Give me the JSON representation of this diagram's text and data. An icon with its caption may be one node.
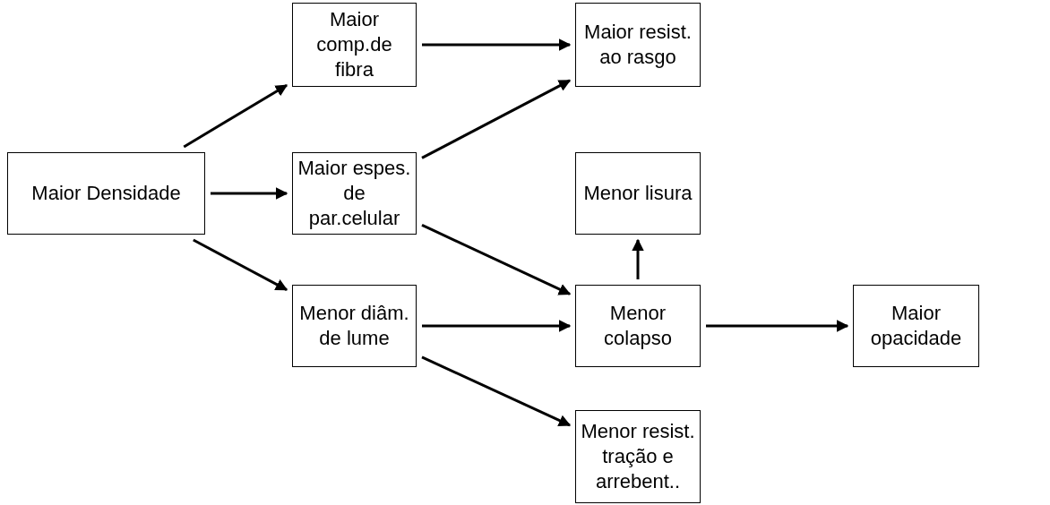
{
  "diagram": {
    "nodes": [
      {
        "text": [
          "Maior Densidade"
        ]
      },
      {
        "text": [
          "Maior comp.de fibra"
        ]
      },
      {
        "text": [
          "Maior espes. de par.celular"
        ]
      },
      {
        "text": [
          "Menor diâm. de lume"
        ]
      },
      {
        "text": [
          "Maior resist. ao rasgo"
        ]
      },
      {
        "text": [
          "Menor lisura"
        ]
      },
      {
        "text": [
          "Menor colapso"
        ]
      },
      {
        "text": [
          "Maior opacidade"
        ]
      },
      {
        "text": [
          "Menor resist. tração e arrebent.."
        ]
      }
    ],
    "edges": [
      {
        "from": 0,
        "to": 1,
        "arrow": "to"
      },
      {
        "from": 0,
        "to": 2,
        "arrow": "to"
      },
      {
        "from": 0,
        "to": 3,
        "arrow": "to"
      },
      {
        "from": 1,
        "to": 4,
        "arrow": "to"
      },
      {
        "from": 2,
        "to": 4,
        "arrow": "to"
      },
      {
        "from": 2,
        "to": 6,
        "arrow": "to"
      },
      {
        "from": 3,
        "to": 6,
        "arrow": "to"
      },
      {
        "from": 3,
        "to": 8,
        "arrow": "to"
      },
      {
        "from": 6,
        "to": 5,
        "arrow": "to"
      },
      {
        "from": 6,
        "to": 7,
        "arrow": "to"
      }
    ]
  }
}
